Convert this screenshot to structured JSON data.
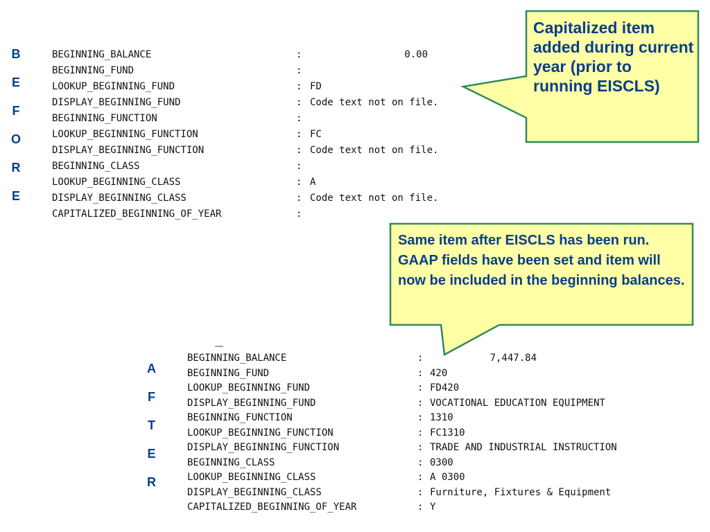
{
  "before": {
    "letters": [
      "B",
      "E",
      "F",
      "O",
      "R",
      "E"
    ],
    "rows": [
      {
        "field": "BEGINNING_BALANCE",
        "value": "0.00",
        "numeric": true
      },
      {
        "field": "BEGINNING_FUND",
        "value": ""
      },
      {
        "field": "LOOKUP_BEGINNING_FUND",
        "value": "FD"
      },
      {
        "field": "DISPLAY_BEGINNING_FUND",
        "value": "Code text not on file."
      },
      {
        "field": "BEGINNING_FUNCTION",
        "value": ""
      },
      {
        "field": "LOOKUP_BEGINNING_FUNCTION",
        "value": "FC"
      },
      {
        "field": "DISPLAY_BEGINNING_FUNCTION",
        "value": "Code text not on file."
      },
      {
        "field": "BEGINNING_CLASS",
        "value": ""
      },
      {
        "field": "LOOKUP_BEGINNING_CLASS",
        "value": "A"
      },
      {
        "field": "DISPLAY_BEGINNING_CLASS",
        "value": "Code text not on file."
      },
      {
        "field": "CAPITALIZED_BEGINNING_OF_YEAR",
        "value": ""
      }
    ]
  },
  "after": {
    "letters": [
      "A",
      "F",
      "T",
      "E",
      "R"
    ],
    "rows": [
      {
        "field": "BEGINNING_BALANCE",
        "value": "7,447.84",
        "numeric": true
      },
      {
        "field": "BEGINNING_FUND",
        "value": "420"
      },
      {
        "field": "LOOKUP_BEGINNING_FUND",
        "value": "FD420"
      },
      {
        "field": "DISPLAY_BEGINNING_FUND",
        "value": "VOCATIONAL EDUCATION EQUIPMENT"
      },
      {
        "field": "BEGINNING_FUNCTION",
        "value": "1310"
      },
      {
        "field": "LOOKUP_BEGINNING_FUNCTION",
        "value": "FC1310"
      },
      {
        "field": "DISPLAY_BEGINNING_FUNCTION",
        "value": "TRADE AND INDUSTRIAL INSTRUCTION"
      },
      {
        "field": "BEGINNING_CLASS",
        "value": "0300"
      },
      {
        "field": "LOOKUP_BEGINNING_CLASS",
        "value": "A 0300"
      },
      {
        "field": "DISPLAY_BEGINNING_CLASS",
        "value": "Furniture, Fixtures & Equipment"
      },
      {
        "field": "CAPITALIZED_BEGINNING_OF_YEAR",
        "value": "Y"
      }
    ]
  },
  "separator": ":",
  "callouts": {
    "top": "Capitalized item added  during current year (prior to running EISCLS)",
    "middle": "Same item after EISCLS has been run.  GAAP fields have been set and item will now be included in the beginning balances."
  },
  "colors": {
    "callout_fill": "#ffffa6",
    "callout_border": "#2e8a5a",
    "callout_text": "#063e8a",
    "label_text": "#063e8a"
  }
}
